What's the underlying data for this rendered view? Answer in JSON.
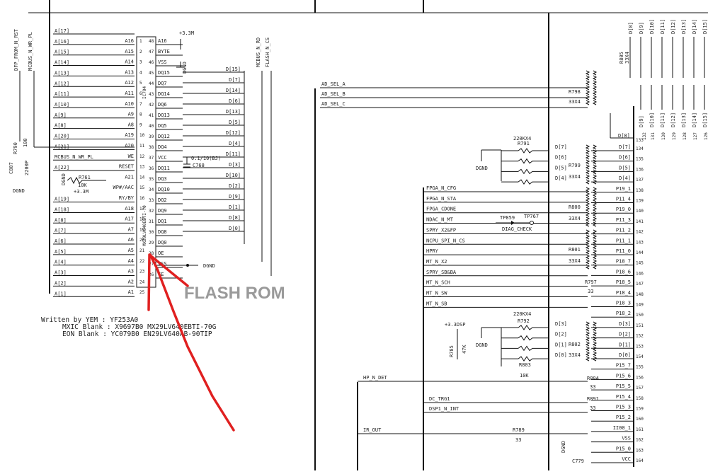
{
  "colors": {
    "wire": "#111111",
    "annotation_arrow": "#e02020",
    "label_gray": "#9a9a9a"
  },
  "title_label": "FLASH ROM",
  "flash_chip": {
    "ref": "IC704",
    "part": "MX29LV640EBTI-70",
    "left_nets": [
      "A[17]",
      "A[16]",
      "A[15]",
      "A[14]",
      "A[13]",
      "A[12]",
      "A[11]",
      "A[10]",
      "A[9]",
      "A[8]",
      "A[20]",
      "A[21]",
      "MCBUS_N_WR_PL",
      "A[22]",
      "",
      "",
      "A[19]",
      "A[18]",
      "A[8]",
      "A[7]",
      "A[6]",
      "A[5]",
      "A[4]",
      "A[3]",
      "A[2]",
      "A[1]"
    ],
    "left_pins": [
      "A16",
      "A15",
      "A14",
      "A13",
      "A12",
      "A11",
      "A10",
      "A9",
      "A8",
      "A19",
      "A20",
      "WE",
      "RESET",
      "A21",
      "WP#/AAC",
      "RY/BY",
      "A18",
      "A17",
      "A7",
      "A6",
      "A5",
      "A4",
      "A3",
      "A2",
      "A1"
    ],
    "right_pins": [
      "A16",
      "BYTE",
      "VSS",
      "DQ15",
      "DQ7",
      "DQ14",
      "DQ6",
      "DQ13",
      "DQ5",
      "DQ12",
      "DQ4",
      "VCC",
      "DQ11",
      "DQ3",
      "DQ10",
      "DQ2",
      "DQ9",
      "DQ1",
      "DQ8",
      "DQ0",
      "OE",
      "VSS",
      "CE"
    ],
    "right_nets": [
      "D[15]",
      "D[7]",
      "D[14]",
      "D[6]",
      "D[13]",
      "D[5]",
      "D[12]",
      "D[4]",
      "D[11]",
      "D[3]",
      "D[10]",
      "D[2]",
      "D[9]",
      "D[1]",
      "D[8]",
      "D[0]"
    ],
    "pin_numbers_left": [
      "1",
      "2",
      "3",
      "4",
      "5",
      "6",
      "7",
      "8",
      "9",
      "10",
      "11",
      "12",
      "13",
      "14",
      "15",
      "16",
      "17",
      "18",
      "19",
      "20",
      "21",
      "22",
      "23",
      "24",
      "25"
    ],
    "pin_numbers_right": [
      "48",
      "47",
      "46",
      "45",
      "44",
      "43",
      "42",
      "41",
      "40",
      "39",
      "38",
      "37",
      "36",
      "35",
      "34",
      "33",
      "32",
      "31",
      "30",
      "29",
      "28",
      "27",
      "26"
    ]
  },
  "vertical_nets": [
    "DFP_FROM_N_RST",
    "MCBUS_N_WR_PL",
    "MCBUS_N_RD",
    "FLASH_N_CS"
  ],
  "power": {
    "v33": "+3.3M",
    "v33dsp": "+3.3DSP",
    "dgnd": "DGND",
    "vss": "VSS",
    "vcc": "VCC"
  },
  "passives": {
    "c768": "C768",
    "c768_val": "0.1/10(BJ)",
    "r761": "R761",
    "r761_val": "10K",
    "r790": "R790",
    "r790_val": "100",
    "c807": "C807",
    "c807_val": "2200P",
    "r805": "R805",
    "r805_val": "33X4",
    "r798": "R798",
    "r798_val": "33X4",
    "r791": "R791",
    "r791_val": "220KX4",
    "r799": "R799",
    "r799_val": "33X4",
    "r800": "R800",
    "r800_val": "33X4",
    "r801": "R801",
    "r801_val": "33X4",
    "r797": "R797",
    "r797_val": "33",
    "r792": "R792",
    "r792_val": "220KX4",
    "r802": "R802",
    "r802_val": "33X4",
    "r785": "R785",
    "r785_val": "47K",
    "r803": "R803",
    "r803_val": "10K",
    "r804": "R804",
    "r804_val": "33",
    "r891": "R891",
    "r891_val": "33",
    "r789": "R789",
    "r789_val": "33",
    "c779": "C779"
  },
  "testpoints": {
    "tp859": "TP859",
    "tp767": "TP767",
    "diag": "DIAG_CHECK"
  },
  "ad_sel": [
    "AD_SEL_A",
    "AD_SEL_B",
    "AD_SEL_C"
  ],
  "d_mid": [
    "D[7]",
    "D[6]",
    "D[5]",
    "D[4]"
  ],
  "d_low": [
    "D[3]",
    "D[2]",
    "D[1]",
    "D[0]"
  ],
  "ctrl_nets": [
    "FPGA_N_CFG",
    "FPGA_N_STA",
    "FPGA_CDONE",
    "NDAC_N_MT",
    "SPRY_X2&FP",
    "NCPU_SPI_N_CS",
    "HPRY",
    "MT_N_X2",
    "SPRY_SB&BA",
    "MT_N_SCH",
    "MT_N_SW",
    "MT_N_SB"
  ],
  "lower_nets": [
    "HP_N_DET",
    "DC_TRG1",
    "DSP1_N_INT",
    "IR_OUT"
  ],
  "ic_right_labels": [
    "D[7]",
    "D[6]",
    "D[5]",
    "D[4]",
    "P19_1",
    "P11_4",
    "P19_0",
    "P11_3",
    "P11_2",
    "P11_1",
    "P11_0",
    "P18_7",
    "P18_6",
    "P18_5",
    "P18_4",
    "P18_3",
    "P18_2",
    "D[3]",
    "D[2]",
    "D[1]",
    "D[0]",
    "P15_7",
    "P15_6",
    "P15_5",
    "P15_4",
    "P15_3",
    "P15_2",
    "II00_1",
    "VSS",
    "P15_0",
    "VCC"
  ],
  "ic_pins": [
    "134",
    "135",
    "136",
    "137",
    "138",
    "139",
    "140",
    "141",
    "142",
    "143",
    "144",
    "145",
    "146",
    "147",
    "148",
    "149",
    "150",
    "151",
    "152",
    "153",
    "154",
    "155",
    "156",
    "157",
    "158",
    "159",
    "160",
    "161",
    "162",
    "163",
    "164"
  ],
  "top_d_labels": [
    "D[8]",
    "D[9]",
    "D[10]",
    "D[11]",
    "D[12]",
    "D[13]",
    "D[14]",
    "D[15]"
  ],
  "mid_d_labels": [
    "D[9]",
    "D[10]",
    "D[11]",
    "D[12]",
    "D[13]",
    "D[14]",
    "D[15]"
  ],
  "top_pins": [
    "131",
    "130",
    "129",
    "128",
    "127",
    "126"
  ],
  "d8_label": "D[8]",
  "pin_133": "133",
  "pin_132": "132",
  "notes": {
    "line1": "Written by YEM : YF253A0",
    "line2": "MXIC Blank : X9697B0  MX29LV640EBTI-70G",
    "line3": "EON  Blank : YC079B0  EN29LV640AB-90TIP"
  }
}
